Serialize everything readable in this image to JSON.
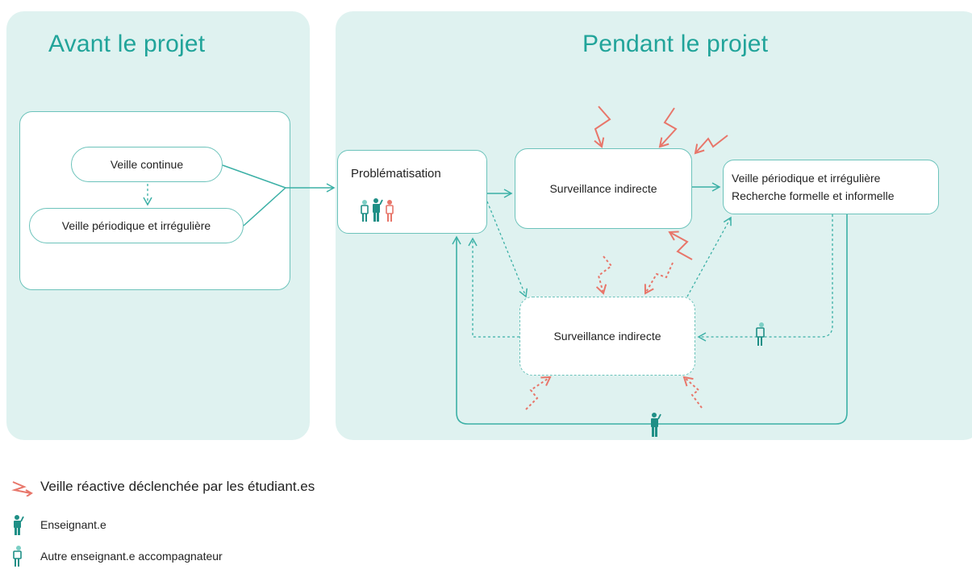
{
  "phases": {
    "before": "Avant le projet",
    "during": "Pendant le projet"
  },
  "nodes": {
    "veille_continue": "Veille continue",
    "veille_periodique": "Veille périodique et irrégulière",
    "problematisation": "Problématisation",
    "surveillance_indirecte_top": "Surveillance indirecte",
    "surveillance_indirecte_bottom": "Surveillance indirecte",
    "recherche_line1": "Veille périodique et irrégulière",
    "recherche_line2": "Recherche formelle et informelle"
  },
  "legend": {
    "reactive": "Veille réactive déclenchée par les étudiant.es",
    "teacher": "Enseignant.e",
    "other_teacher": "Autre enseignant.e accompagnateur"
  },
  "colors": {
    "panel": "#dff2f0",
    "teal": "#21a49a",
    "arrow": "#3bb0a6",
    "reactive": "#e8766a",
    "icon": "#1f8f86",
    "icon_light": "#7ccfc5"
  },
  "icons": [
    "reactive-zigzag-icon",
    "teacher-icon",
    "other-teacher-icon",
    "student-icon"
  ]
}
